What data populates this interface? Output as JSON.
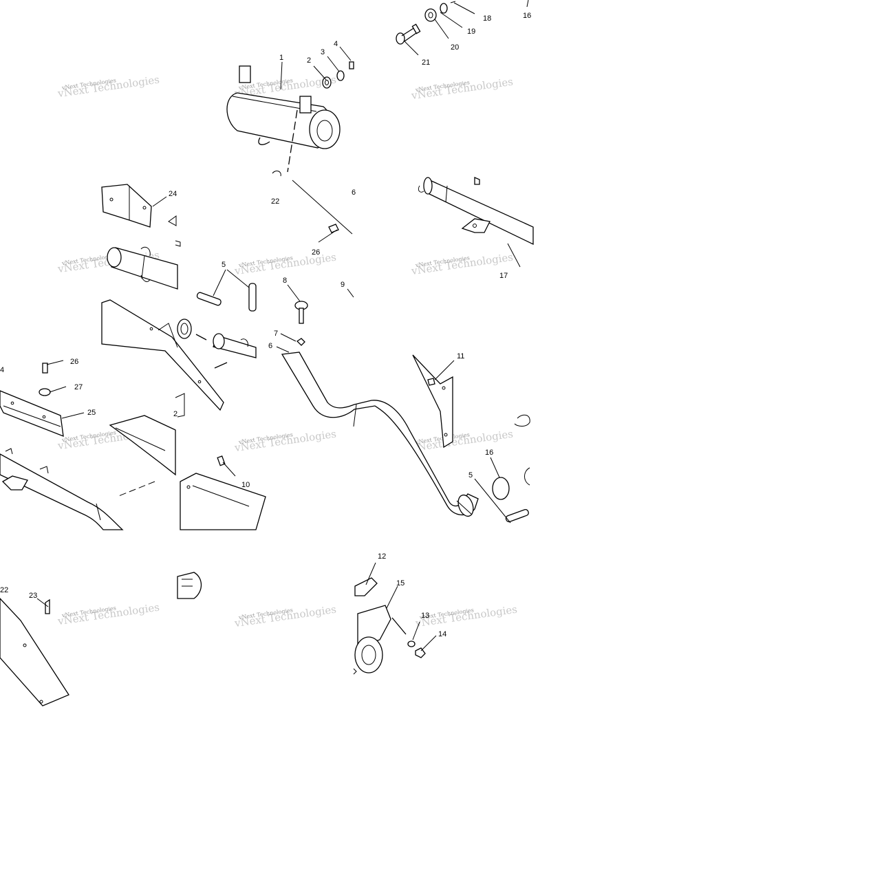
{
  "watermark": "vNext Technologies",
  "callouts": [
    {
      "label": "1"
    },
    {
      "label": "2"
    },
    {
      "label": "3"
    },
    {
      "label": "4"
    },
    {
      "label": "5"
    },
    {
      "label": "6"
    },
    {
      "label": "7"
    },
    {
      "label": "8"
    },
    {
      "label": "9"
    },
    {
      "label": "10"
    },
    {
      "label": "11"
    },
    {
      "label": "16"
    },
    {
      "label": "5"
    },
    {
      "label": "17"
    },
    {
      "label": "18"
    },
    {
      "label": "19"
    },
    {
      "label": "20"
    },
    {
      "label": "21"
    },
    {
      "label": "16"
    },
    {
      "label": "22"
    },
    {
      "label": "24"
    },
    {
      "label": "26"
    },
    {
      "label": "26"
    },
    {
      "label": "27"
    },
    {
      "label": "25"
    },
    {
      "label": "22"
    },
    {
      "label": "23"
    },
    {
      "label": "12"
    },
    {
      "label": "15"
    },
    {
      "label": "13"
    },
    {
      "label": "14"
    },
    {
      "label": "6"
    },
    {
      "label": "2"
    },
    {
      "label": "4"
    }
  ]
}
